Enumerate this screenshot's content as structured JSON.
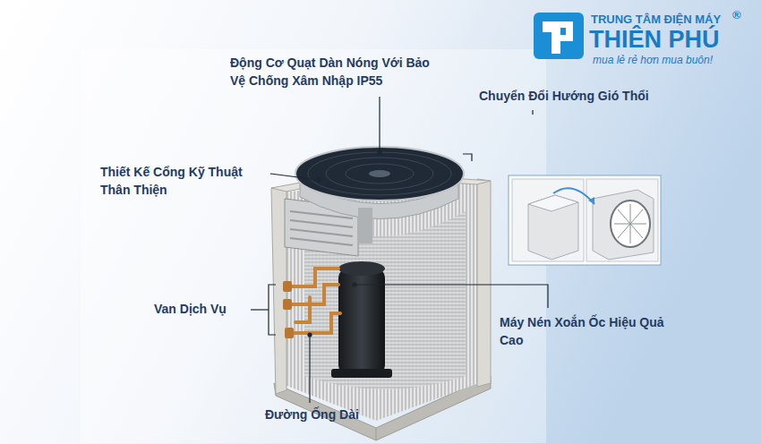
{
  "diagram": {
    "labels": [
      "TRUNG TÂM ĐIỆN MÁY",
      "®",
      "THIÊN PHÚ",
      "mua lẻ rẻ hơn mua buôn!",
      "Động Cơ Quạt Dàn Nóng Với Bảo Vệ Chống Xâm Nhập IP55",
      "Chuyển Đổi Hướng Gió Thổi",
      "Thiết Kế Cổng Kỹ Thuật Thân Thiện",
      "Van Dịch Vụ",
      "Máy Nén Xoắn Ốc Hiệu Quả Cao",
      "Đường Ống Dài"
    ]
  }
}
